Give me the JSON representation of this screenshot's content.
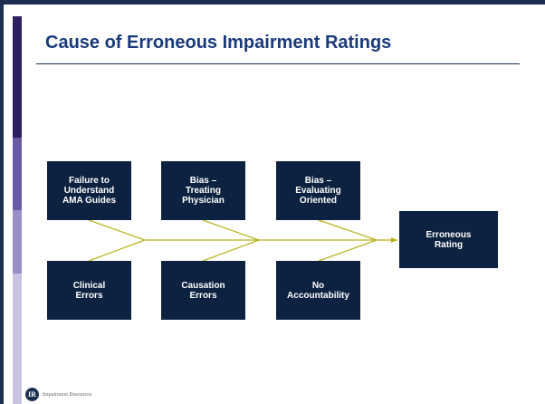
{
  "title": "Cause of Erroneous Impairment Ratings",
  "diagram": {
    "causes_top": [
      "Failure to\nUnderstand\nAMA Guides",
      "Bias –\nTreating\nPhysician",
      "Bias –\nEvaluating\nOriented"
    ],
    "causes_bottom": [
      "Clinical\nErrors",
      "Causation\nErrors",
      "No\nAccountability"
    ],
    "effect": "Erroneous\nRating",
    "line_color": "#b8b21a",
    "box_color": "#0d2240"
  },
  "footer": {
    "logo_mark": "IR",
    "logo_text": "Impairment Resources"
  }
}
